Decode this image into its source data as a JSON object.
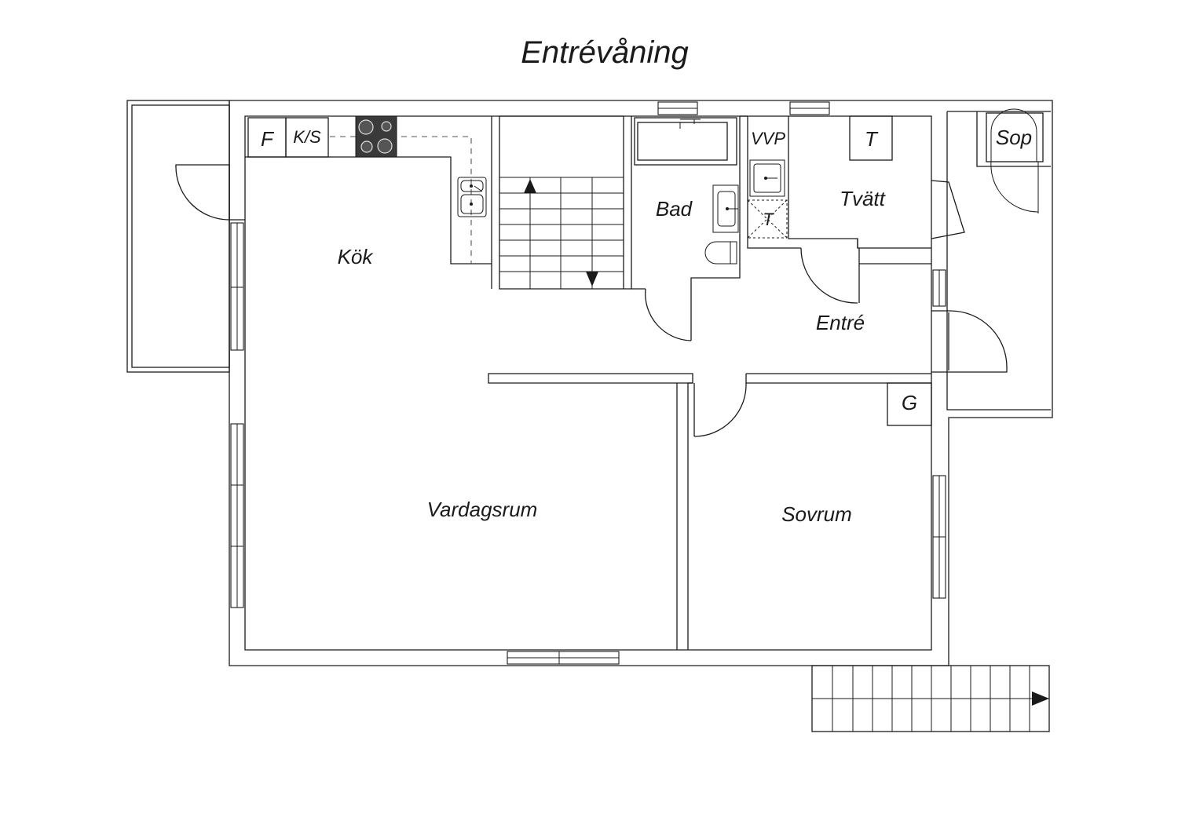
{
  "title": "Entrévåning",
  "rooms": {
    "kitchen": "Kök",
    "living": "Vardagsrum",
    "bath": "Bad",
    "laundry": "Tvätt",
    "entrance": "Entré",
    "bedroom": "Sovrum"
  },
  "fixtures": {
    "fridge": "F",
    "fridge_freezer": "K/S",
    "heat_pump": "VVP",
    "dryer": "T",
    "dryer_bath": "T",
    "waste": "Sop",
    "wardrobe": "G"
  },
  "colors": {
    "line": "#1a1a1a",
    "hob": "#3a3a3a",
    "background": "#ffffff"
  }
}
